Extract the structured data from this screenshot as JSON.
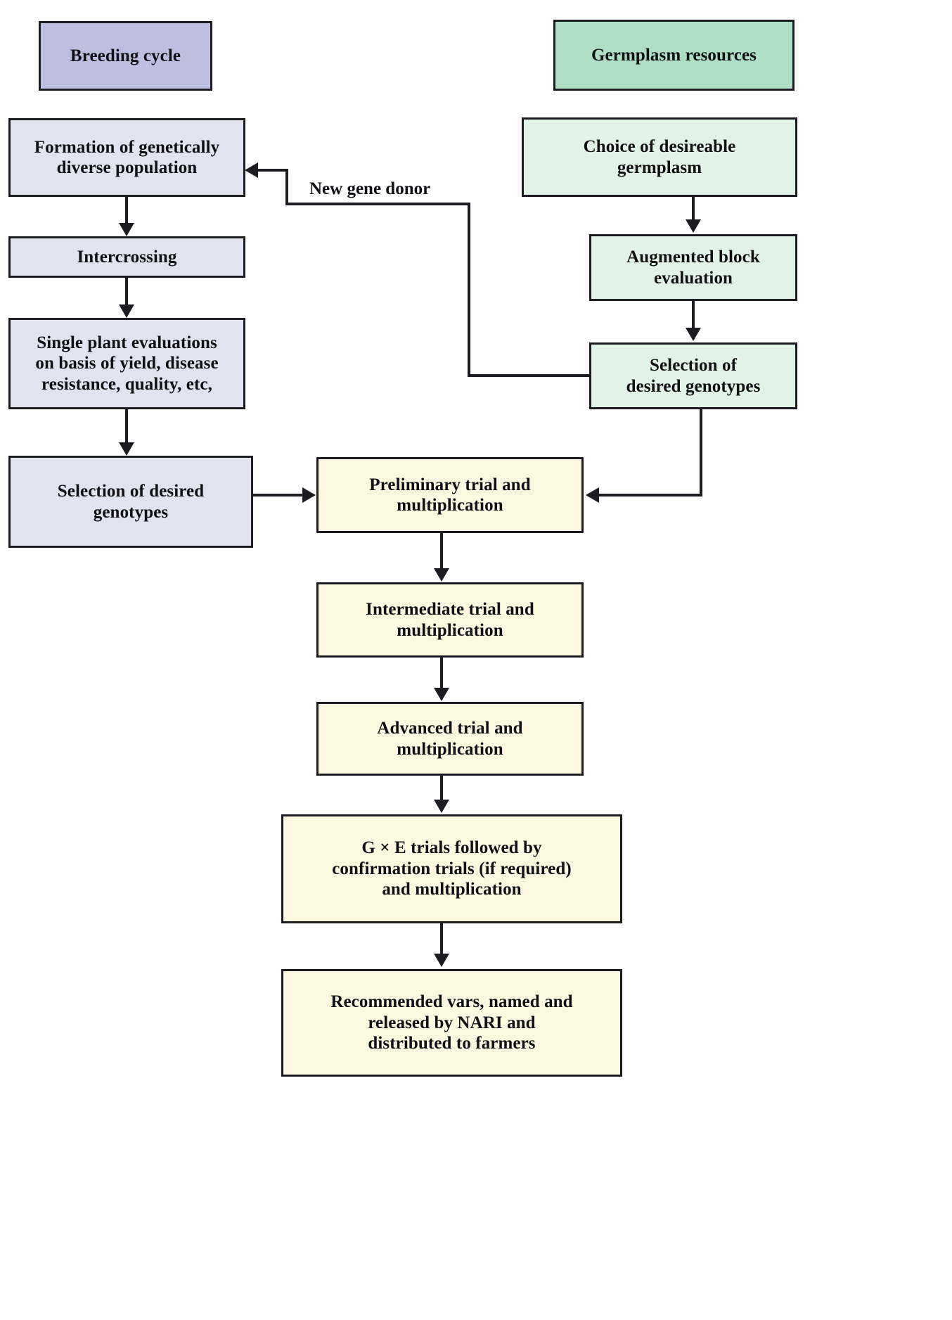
{
  "diagram": {
    "title": "Plant breeding program flowchart",
    "columns": {
      "breeding_cycle": {
        "header": "Breeding cycle",
        "header_color": "#bdbfe0",
        "node_color": "#e2e3f1",
        "nodes": [
          "Formation of genetically diverse population",
          "Intercrossing",
          "Single plant evaluations on basis of yield, disease resistance, quality, etc,",
          "Selection of desired genotypes"
        ]
      },
      "germplasm_resources": {
        "header": "Germplasm resources",
        "header_color": "#aedec4",
        "node_color": "#e1f2e6",
        "nodes": [
          "Choice of desireable germplasm",
          "Augmented block evaluation",
          "Selection of desired genotypes"
        ]
      },
      "trials": {
        "node_color": "#fcf8e0",
        "nodes": [
          "Preliminary trial and multiplication",
          "Intermediate trial and multiplication",
          "Advanced trial and multiplication",
          "G × E trials followed by confirmation trials (if required) and multiplication",
          "Recommended vars, named and released by NARI and distributed to farmers"
        ]
      }
    },
    "nodes": {
      "breeding_header": "Breeding cycle",
      "germplasm_header": "Germplasm resources",
      "formation_l1": "Formation of genetically",
      "formation_l2": "diverse population",
      "intercrossing": "Intercrossing",
      "single_plant_l1": "Single plant evaluations",
      "single_plant_l2": "on basis of yield, disease",
      "single_plant_l3": "resistance, quality, etc,",
      "selection_left_l1": "Selection of desired",
      "selection_left_l2": "genotypes",
      "choice_l1": "Choice of desireable",
      "choice_l2": "germplasm",
      "augmented_l1": "Augmented block",
      "augmented_l2": "evaluation",
      "selection_right_l1": "Selection of",
      "selection_right_l2": "desired genotypes",
      "preliminary_l1": "Preliminary trial and",
      "preliminary_l2": "multiplication",
      "intermediate_l1": "Intermediate trial and",
      "intermediate_l2": "multiplication",
      "advanced_l1": "Advanced trial and",
      "advanced_l2": "multiplication",
      "gxe_l1": "G × E trials followed by",
      "gxe_l2": "confirmation trials (if required)",
      "gxe_l3": "and multiplication",
      "recommended_l1": "Recommended vars, named and",
      "recommended_l2": "released by NARI and",
      "recommended_l3": "distributed to farmers"
    },
    "edges": {
      "new_gene_donor_label": "New gene donor"
    },
    "colors": {
      "line": "#1c1c22",
      "text": "#111015",
      "background": "#ffffff"
    }
  }
}
